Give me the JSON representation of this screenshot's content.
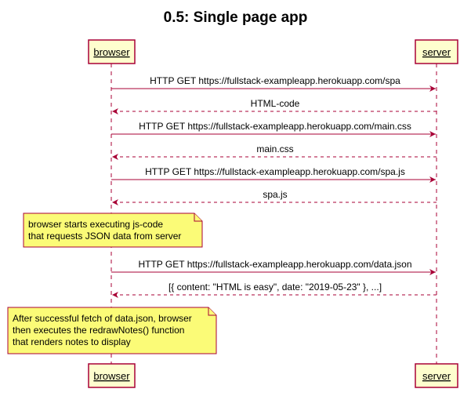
{
  "title": "0.5: Single page app",
  "participants": {
    "left": "browser",
    "right": "server"
  },
  "messages": [
    {
      "direction": "right",
      "style": "solid",
      "label": "HTTP GET https://fullstack-exampleapp.herokuapp.com/spa"
    },
    {
      "direction": "left",
      "style": "dashed",
      "label": "HTML-code"
    },
    {
      "direction": "right",
      "style": "solid",
      "label": "HTTP GET https://fullstack-exampleapp.herokuapp.com/main.css"
    },
    {
      "direction": "left",
      "style": "dashed",
      "label": "main.css"
    },
    {
      "direction": "right",
      "style": "solid",
      "label": "HTTP GET https://fullstack-exampleapp.herokuapp.com/spa.js"
    },
    {
      "direction": "left",
      "style": "dashed",
      "label": "spa.js"
    },
    {
      "direction": "right",
      "style": "solid",
      "label": "HTTP GET https://fullstack-exampleapp.herokuapp.com/data.json"
    },
    {
      "direction": "left",
      "style": "dashed",
      "label": "[{ content: \"HTML is easy\", date: \"2019-05-23\" }, ...]"
    }
  ],
  "notes": [
    {
      "lines": [
        "browser starts executing js-code",
        "that requests JSON data from server"
      ]
    },
    {
      "lines": [
        "After successful fetch of data.json, browser",
        "then executes the redrawNotes() function",
        "that renders notes to display"
      ]
    }
  ],
  "colors": {
    "participant_fill": "#FEFECE",
    "participant_border": "#A80036",
    "lifeline": "#A80036",
    "arrow": "#A80036",
    "note_fill": "#FBFB77",
    "note_border": "#A80036",
    "text": "#000000"
  }
}
